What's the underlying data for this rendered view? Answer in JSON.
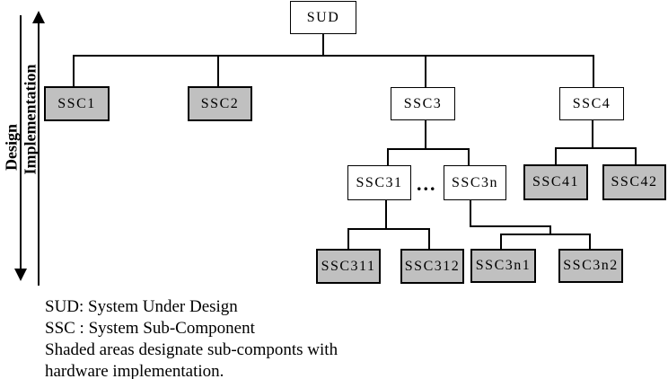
{
  "axis": {
    "design_label": "Design",
    "implementation_label": "Implementation"
  },
  "nodes": {
    "sud": {
      "label": "SUD",
      "shaded": false
    },
    "ssc1": {
      "label": "SSC1",
      "shaded": true
    },
    "ssc2": {
      "label": "SSC2",
      "shaded": true
    },
    "ssc3": {
      "label": "SSC3",
      "shaded": false
    },
    "ssc4": {
      "label": "SSC4",
      "shaded": false
    },
    "ssc31": {
      "label": "SSC31",
      "shaded": false
    },
    "ssc3n": {
      "label": "SSC3n",
      "shaded": false
    },
    "ssc41": {
      "label": "SSC41",
      "shaded": true
    },
    "ssc42": {
      "label": "SSC42",
      "shaded": true
    },
    "ssc311": {
      "label": "SSC311",
      "shaded": true
    },
    "ssc312": {
      "label": "SSC312",
      "shaded": true
    },
    "ssc3n1": {
      "label": "SSC3n1",
      "shaded": true
    },
    "ssc3n2": {
      "label": "SSC3n2",
      "shaded": true
    }
  },
  "ellipsis": "...",
  "legend": {
    "lines": [
      "SUD: System Under Design",
      "SSC : System Sub-Component",
      "Shaded areas designate sub-componts with",
      "hardware implementation."
    ]
  },
  "colors": {
    "shaded_fill": "#c0c0c0",
    "unshaded_fill": "#ffffff",
    "line": "#000000",
    "background": "#ffffff"
  }
}
